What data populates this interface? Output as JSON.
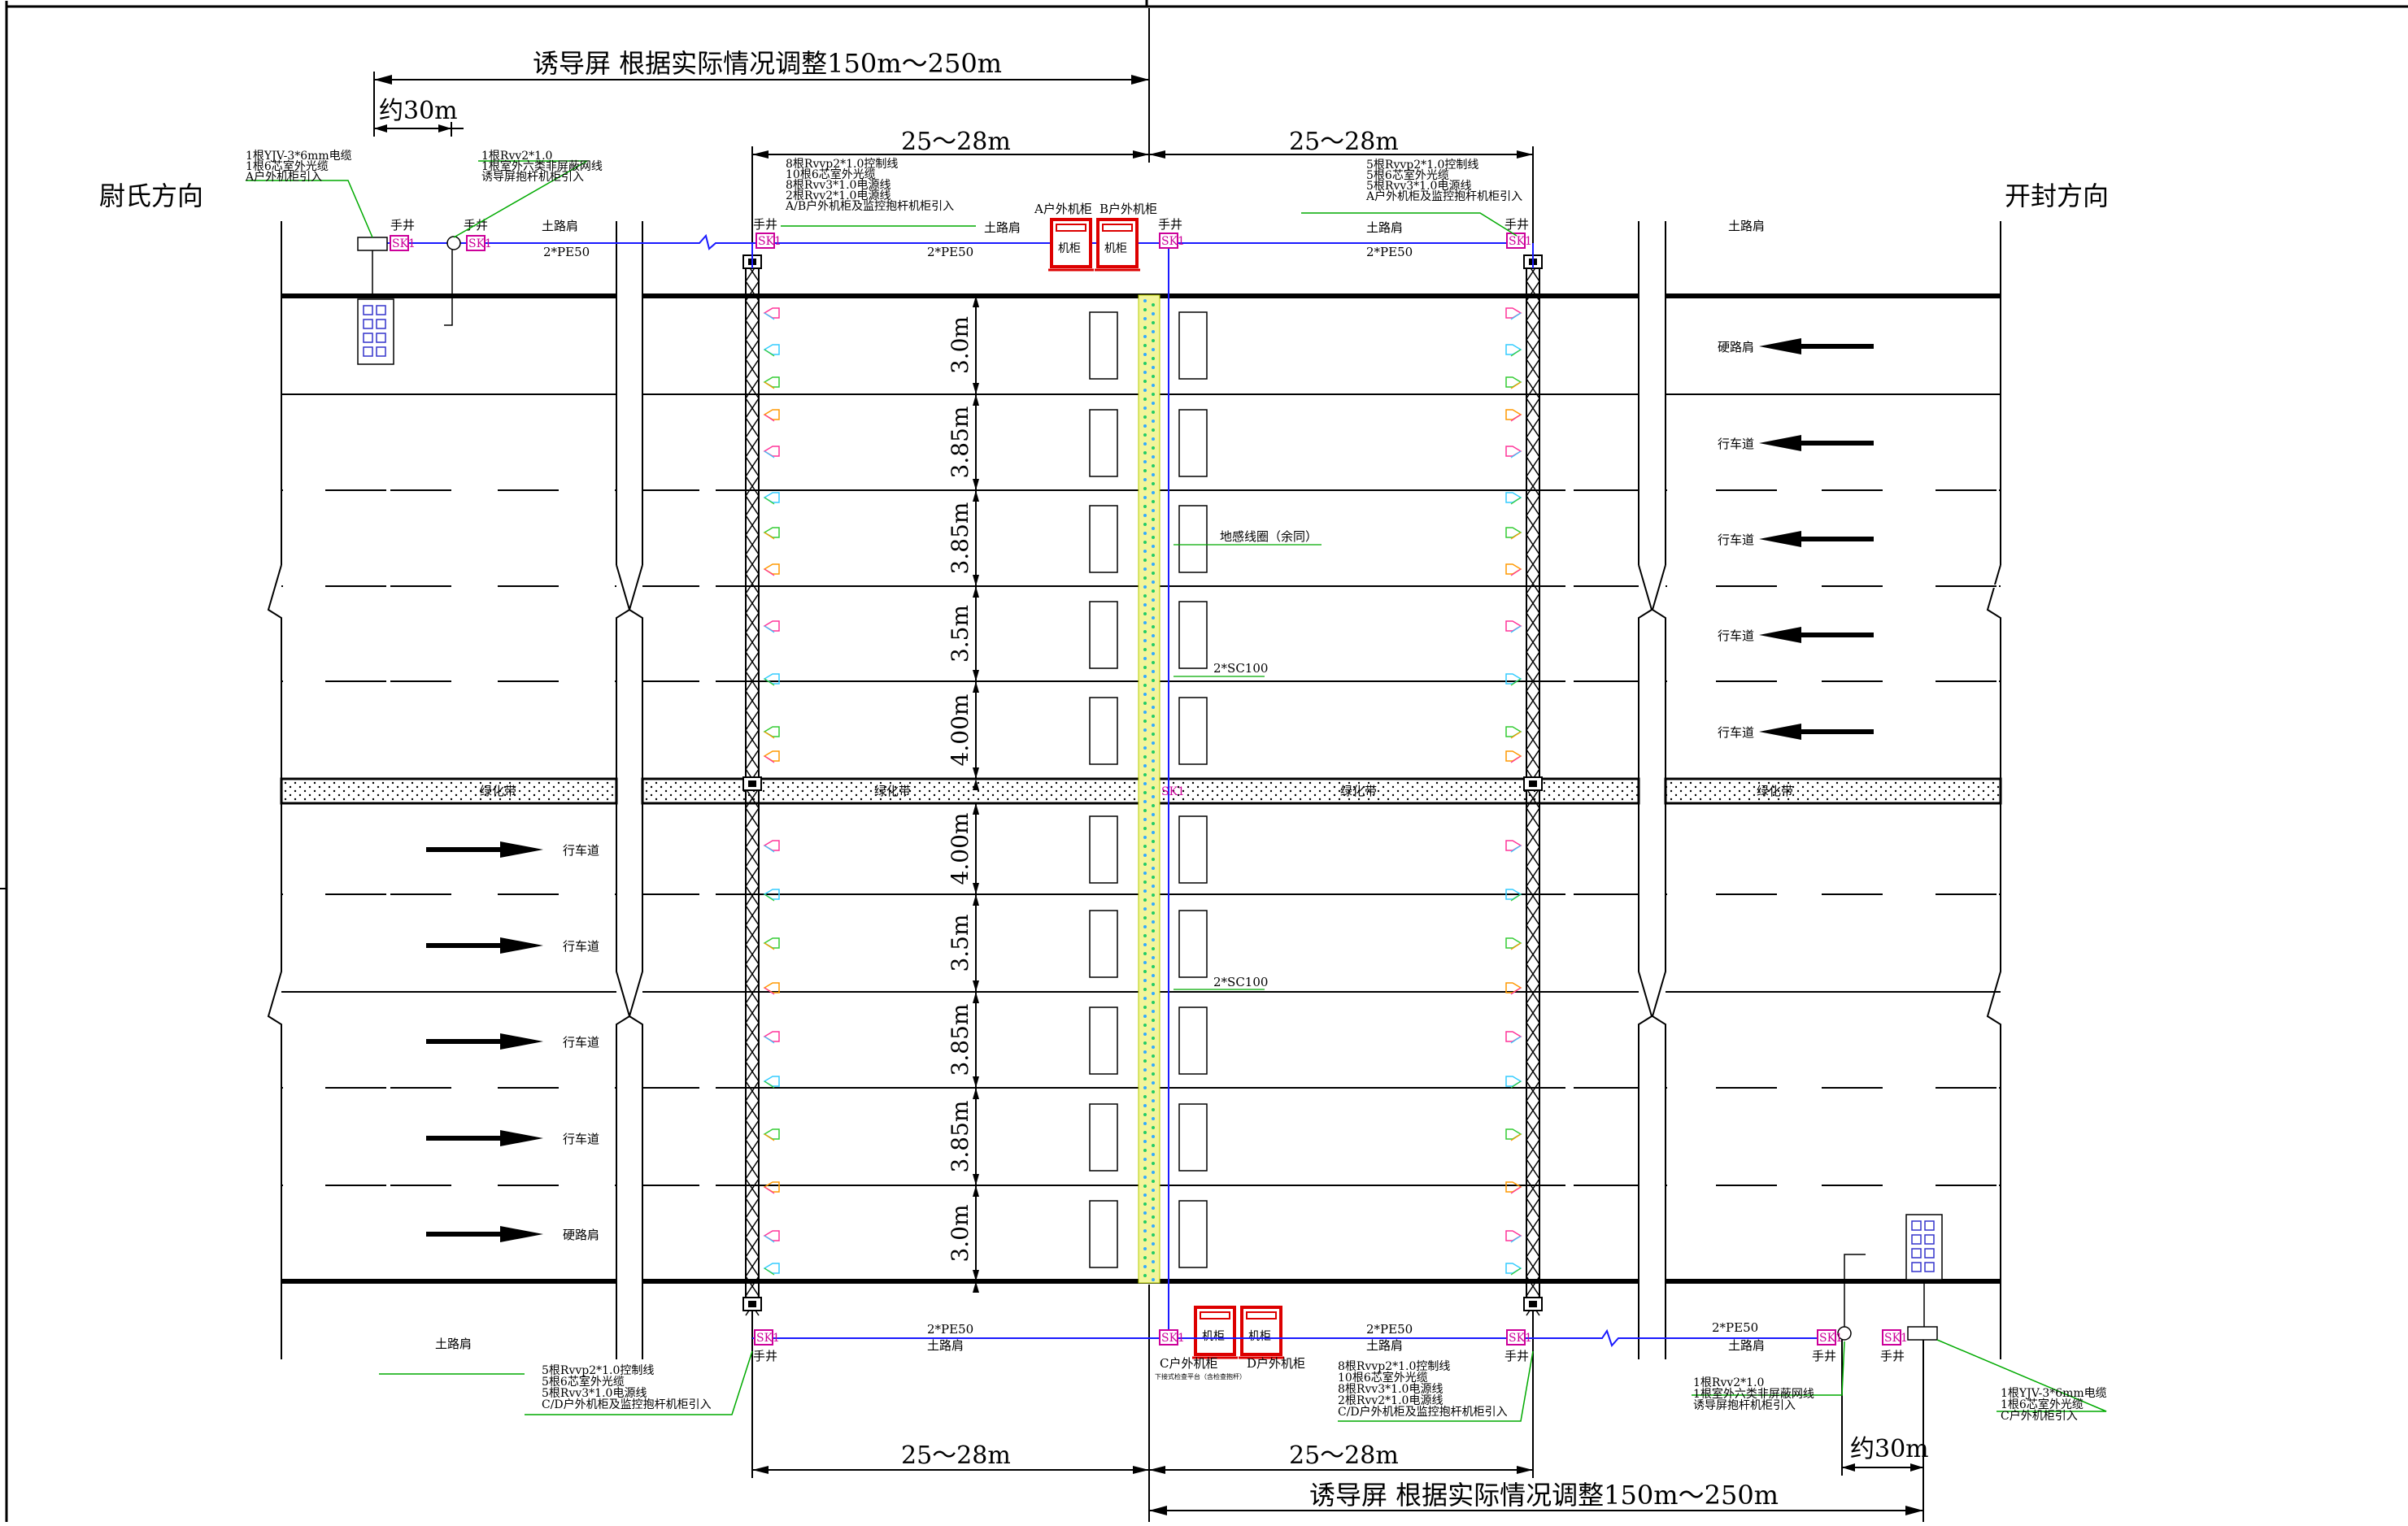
{
  "direction_left": "尉氏方向",
  "direction_right": "开封方向",
  "screen_top": "诱导屏  根据实际情况调整150m～250m",
  "screen_bottom": "诱导屏  根据实际情况调整150m～250m",
  "about30_top": "约30m",
  "about30_bottom": "约30m",
  "span_tl": "25～28m",
  "span_tr": "25～28m",
  "span_bl": "25～28m",
  "span_br": "25～28m",
  "note_top_left_a": [
    "1根YJV-3*6mm电缆",
    "1根6芯室外光缆",
    "A户外机柜引入"
  ],
  "note_top_left_b": [
    "1根Rvv2*1.0",
    "1根室外六类非屏蔽网线",
    "诱导屏抱杆机柜引入"
  ],
  "note_top_mid": [
    "8根Rvvp2*1.0控制线",
    "10根6芯室外光缆",
    "8根Rvv3*1.0电源线",
    "2根Rvv2*1.0电源线",
    "A/B户外机柜及监控抱杆机柜引入"
  ],
  "note_top_right": [
    "5根Rvvp2*1.0控制线",
    "5根6芯室外光缆",
    "5根Rvv3*1.0电源线",
    "A户外机柜及监控抱杆机柜引入"
  ],
  "note_bot_left": [
    "5根Rvvp2*1.0控制线",
    "5根6芯室外光缆",
    "5根Rvv3*1.0电源线",
    "C/D户外机柜及监控抱杆机柜引入"
  ],
  "note_bot_mid": [
    "8根Rvvp2*1.0控制线",
    "10根6芯室外光缆",
    "8根Rvv3*1.0电源线",
    "2根Rvv2*1.0电源线",
    "C/D户外机柜及监控抱杆机柜引入"
  ],
  "note_bot_right_a": [
    "1根Rvv2*1.0",
    "1根室外六类非屏蔽网线",
    "诱导屏抱杆机柜引入"
  ],
  "note_bot_right_b": [
    "1根YJV-3*6mm电缆",
    "1根6芯室外光缆",
    "C户外机柜引入"
  ],
  "handwell": "手井",
  "sk": "SK1",
  "pe50": "2*PE50",
  "dirt_shoulder": "土路肩",
  "hard_shoulder": "硬路肩",
  "lane": "行车道",
  "green_belt": "绿化带",
  "cabinet_a": "A户外机柜",
  "cabinet_b": "B户外机柜",
  "cabinet_c": "C户外机柜",
  "cabinet_d": "D户外机柜",
  "cabinet_word": "机柜",
  "loop_label": "地感线圈（余同）",
  "sc100": "2*SC100",
  "platform_note": "下接式检查平台（含检查抱杆）",
  "lane_widths_top": [
    "3.0m",
    "3.85m",
    "3.85m",
    "3.5m",
    "4.00m"
  ],
  "lane_widths_bottom": [
    "4.00m",
    "3.5m",
    "3.85m",
    "3.85m",
    "3.0m"
  ],
  "colors": {
    "line": "#000000",
    "cable": "#1a1aff",
    "leader": "#00aa00",
    "cabinet": "#dd0000",
    "handwell": "#cc0099",
    "loop": "#ccee00",
    "icon_blue": "#3333cc"
  }
}
